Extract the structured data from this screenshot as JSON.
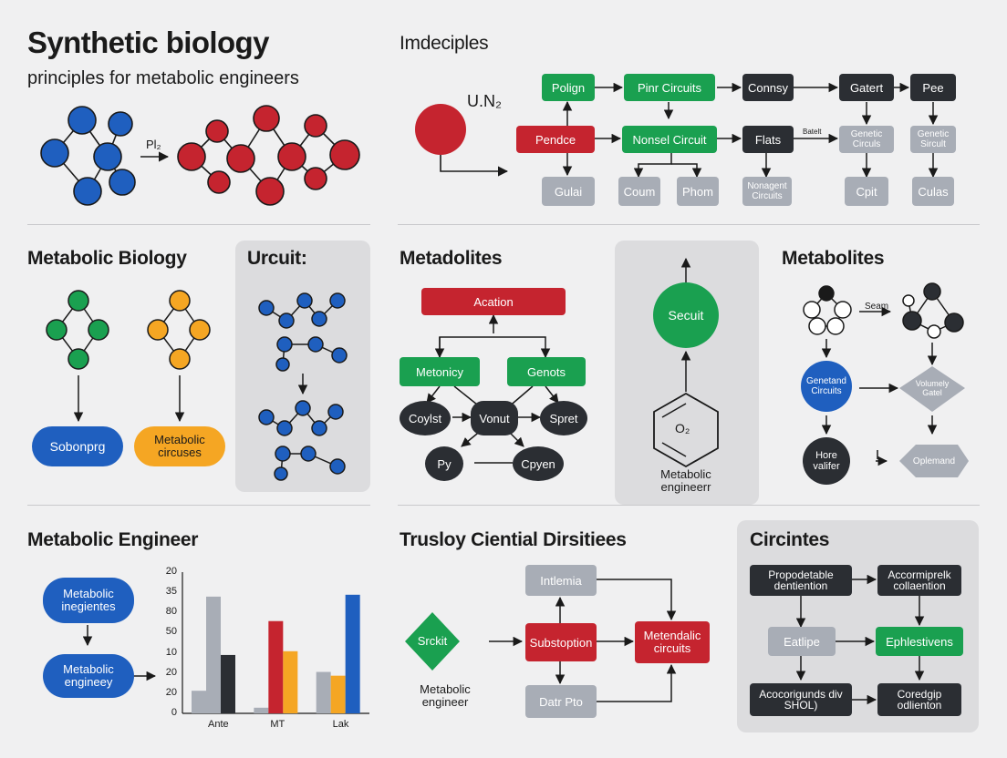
{
  "header": {
    "title": "Synthetic biology",
    "subtitle": "principles for metabolic engineers"
  },
  "top_left": {
    "arrow_label": "Pl₂"
  },
  "top_right": {
    "title": "Imdeciples",
    "molecule_label": "U.N₂",
    "nodes": {
      "polign": "Polign",
      "pndce": "Pendce",
      "pinr": "Pinr Circuits",
      "nonsel": "Nonsel Circuit",
      "connsy": "Connsy",
      "flats": "Flats",
      "gatert": "Gatert",
      "genetic1": "Genetic Circuls",
      "pee": "Pee",
      "genetic2": "Genetic Sircult",
      "gulai": "Gulai",
      "count": "Coum",
      "phom": "Phom",
      "nonagent": "Nonagent Circuits",
      "cpit": "Cpit",
      "culas": "Culas"
    },
    "small_label": "Batelt"
  },
  "mid_left": {
    "title": "Metabolic Biology",
    "pill1": "Sobonprg",
    "pill2": "Metabolic circuses"
  },
  "mid_panel": {
    "title": "Urcuit:"
  },
  "mid_center": {
    "title": "Metadolites",
    "action": "Acation",
    "metonicy": "Metonicy",
    "genots": "Genots",
    "coylst": "Coylst",
    "vonut": "Vonut",
    "sprent": "Spret",
    "py": "Py",
    "cpyen": "Cpyen"
  },
  "mid_panel2": {
    "secuit": "Secuit",
    "o2": "O₂",
    "caption": "Metabolic engineerr"
  },
  "mid_right": {
    "title": "Metabolites",
    "arrow_label": "Seam",
    "genetic": "Genetand Circuits",
    "volumely": "Volumely Gatel",
    "hore": "Hore valifer",
    "optemand": "Oplemand"
  },
  "bottom_left": {
    "title": "Metabolic Engineer",
    "pill1": "Metabolic inegientes",
    "pill2": "Metabolic engineey"
  },
  "chart_data": {
    "type": "bar",
    "categories": [
      "Ante",
      "MT",
      "Lak"
    ],
    "series": [
      {
        "color": "#a8adb6",
        "values": [
          12,
          3,
          22
        ]
      },
      {
        "color": "#a8adb6",
        "values": [
          62,
          0,
          0
        ]
      },
      {
        "color": "#2b2e33",
        "values": [
          31,
          0,
          0
        ]
      },
      {
        "color": "#c5242f",
        "values": [
          0,
          49,
          0
        ]
      },
      {
        "color": "#f5a623",
        "values": [
          0,
          33,
          20
        ]
      },
      {
        "color": "#1f5fbf",
        "values": [
          0,
          0,
          63
        ]
      }
    ],
    "y_tick_labels": [
      "20",
      "35",
      "80",
      "50",
      "10",
      "20",
      "20",
      "0"
    ],
    "ylim": [
      0,
      75
    ]
  },
  "bottom_center": {
    "title": "Trusloy Ciential Dirsitiees",
    "srckit": "Srckit",
    "caption": "Metabolic engineer",
    "intlemia": "Intlemia",
    "substoption": "Substoption",
    "metendalic": "Metendalic circuits",
    "datr": "Datr Pto"
  },
  "bottom_right": {
    "title": "Circintes",
    "propdetable": "Propodetable dentiention",
    "accormi": "Accormiprelk collaention",
    "eatlipe": "Eatlipe",
    "ephlestivens": "Ephlestivens",
    "accocrigunds": "Acocorigunds div SHOL)",
    "coredgip": "Coredgip odlienton"
  }
}
